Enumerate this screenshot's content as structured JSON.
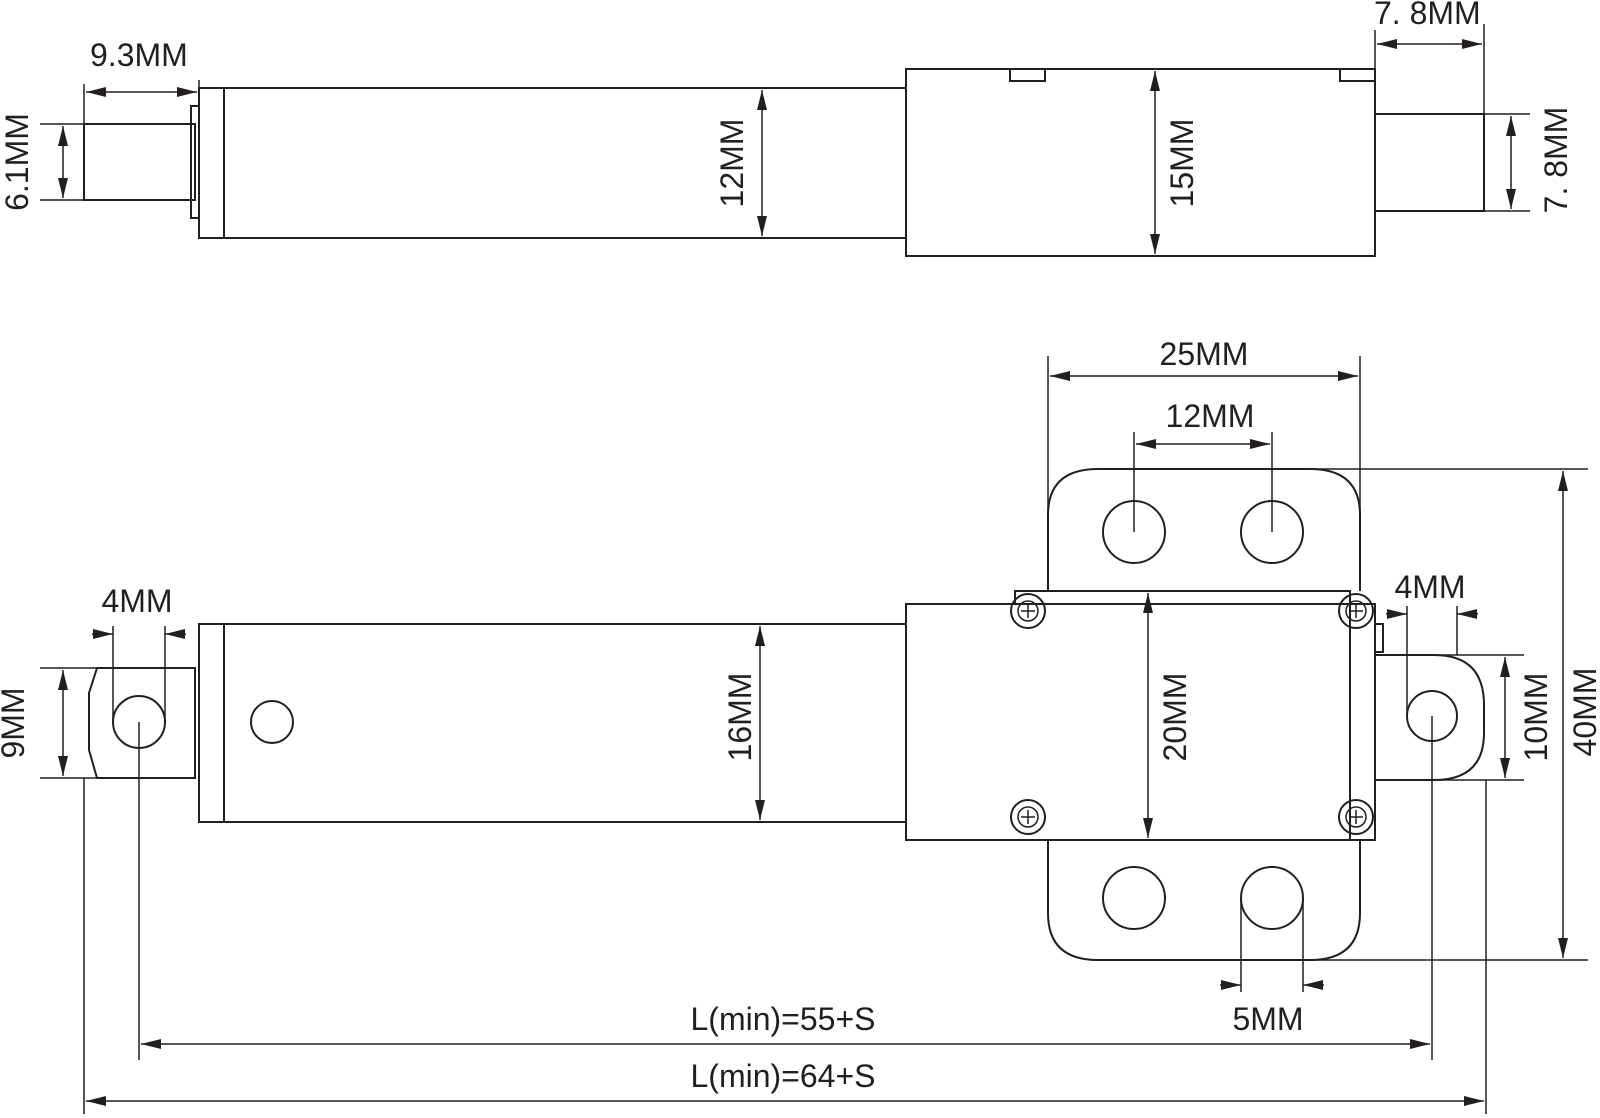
{
  "top_view": {
    "rod_length": "9.3MM",
    "rod_diameter": "6.1MM",
    "tube_diameter": "12MM",
    "housing_height": "15MM",
    "end_length": "7. 8MM",
    "end_height": "7. 8MM"
  },
  "side_view": {
    "bracket_width": "25MM",
    "bracket_hole_spacing": "12MM",
    "front_hole": "4MM",
    "rear_hole": "4MM",
    "front_clevis_height": "9MM",
    "tube_height": "16MM",
    "housing_height": "20MM",
    "rear_clevis_height": "10MM",
    "bracket_height": "40MM",
    "bracket_hole_diameter": "5MM",
    "hole_to_hole_length": "L(min)=55+S",
    "overall_length": "L(min)=64+S"
  }
}
